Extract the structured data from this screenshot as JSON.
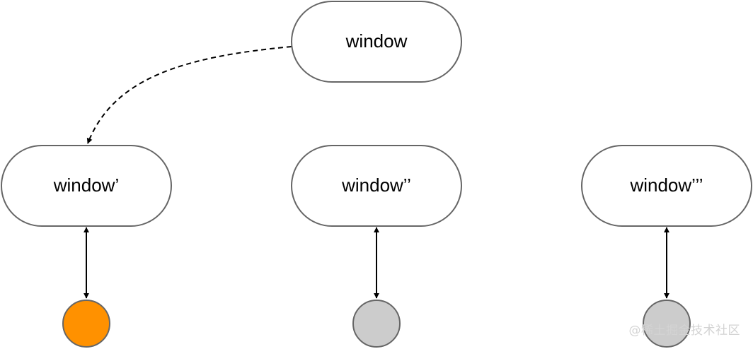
{
  "nodes": {
    "root": {
      "label": "window"
    },
    "child_1": {
      "label": "window’"
    },
    "child_2": {
      "label": "window’’"
    },
    "child_3": {
      "label": "window’’’"
    }
  },
  "terminals": {
    "terminal_1": {
      "state": "active",
      "color": "#ff9100"
    },
    "terminal_2": {
      "state": "inactive",
      "color": "#cccccc"
    },
    "terminal_3": {
      "state": "inactive",
      "color": "#cccccc"
    }
  },
  "edges": [
    {
      "from": "root",
      "to": "child_1",
      "style": "dashed",
      "direction": "forward"
    },
    {
      "from": "child_1",
      "to": "terminal_1",
      "style": "solid",
      "direction": "both"
    },
    {
      "from": "child_2",
      "to": "terminal_2",
      "style": "solid",
      "direction": "both"
    },
    {
      "from": "child_3",
      "to": "terminal_3",
      "style": "solid",
      "direction": "both"
    }
  ],
  "colors": {
    "node_stroke": "#666666",
    "node_fill": "#ffffff",
    "edge": "#000000"
  },
  "watermark": "@稀土掘金技术社区"
}
